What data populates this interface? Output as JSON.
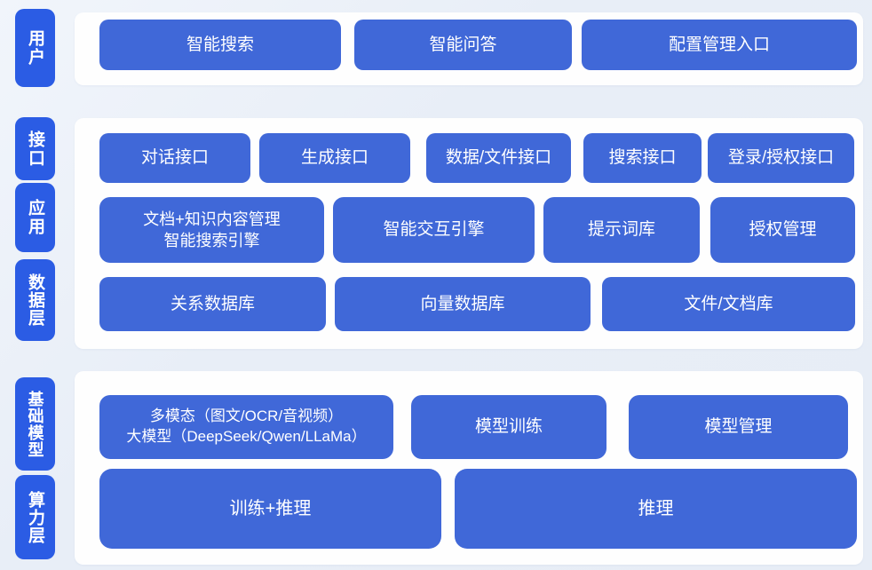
{
  "colors": {
    "background": "#e8eef7",
    "panel": "#fefefe",
    "layer_tag_blue": "#2b5ce4",
    "box_blue": "#4068d8",
    "box_text": "#ffffff"
  },
  "sections": [
    {
      "tags": [
        {
          "label": "用户"
        }
      ],
      "rows": [
        {
          "boxes": [
            {
              "label": "智能搜索"
            },
            {
              "label": "智能问答"
            },
            {
              "label": "配置管理入口"
            }
          ]
        }
      ]
    },
    {
      "tags": [
        {
          "label": "接口"
        },
        {
          "label": "应用"
        },
        {
          "label": "数据层"
        }
      ],
      "rows": [
        {
          "boxes": [
            {
              "label": "对话接口"
            },
            {
              "label": "生成接口"
            },
            {
              "label": "数据/文件接口"
            },
            {
              "label": "搜索接口"
            },
            {
              "label": "登录/授权接口"
            }
          ]
        },
        {
          "boxes": [
            {
              "label": "文档+知识内容管理",
              "label2": "智能搜索引擎"
            },
            {
              "label": "智能交互引擎"
            },
            {
              "label": "提示词库"
            },
            {
              "label": "授权管理"
            }
          ]
        },
        {
          "boxes": [
            {
              "label": "关系数据库"
            },
            {
              "label": "向量数据库"
            },
            {
              "label": "文件/文档库"
            }
          ]
        }
      ]
    },
    {
      "tags": [
        {
          "label": "基础模型"
        },
        {
          "label": "算力层"
        }
      ],
      "rows": [
        {
          "boxes": [
            {
              "label": "多模态（图文/OCR/音视频）",
              "label2": "大模型（DeepSeek/Qwen/LLaMa）"
            },
            {
              "label": "模型训练"
            },
            {
              "label": "模型管理"
            }
          ]
        },
        {
          "boxes": [
            {
              "label": "训练+推理"
            },
            {
              "label": "推理"
            }
          ]
        }
      ]
    }
  ]
}
